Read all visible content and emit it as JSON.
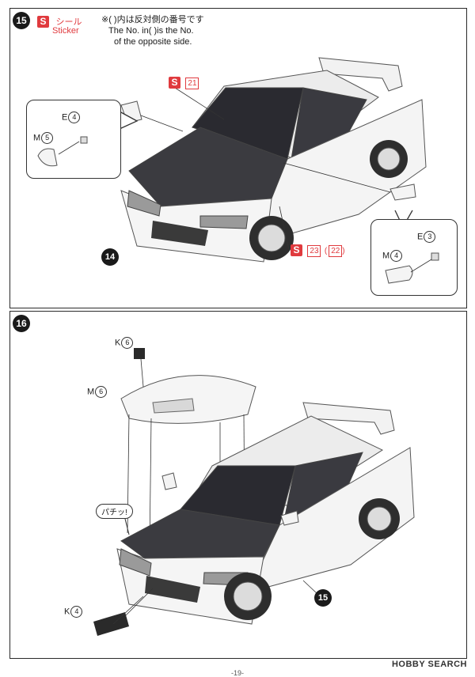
{
  "step15": {
    "number": "15",
    "sticker_badge": "S",
    "sticker_jp": "シール",
    "sticker_en": "Sticker",
    "note_jp": "※( )内は反対側の番号です",
    "note_en_1": "The No. in( )is the No.",
    "note_en_2": "of the opposite side.",
    "sticker_a": "21",
    "sticker_b": "23",
    "sticker_b_opposite": "22",
    "left_callout": {
      "part_e": "E",
      "part_e_num": "4",
      "part_m": "M",
      "part_m_num": "5"
    },
    "right_callout": {
      "part_e": "E",
      "part_e_num": "3",
      "part_m": "M",
      "part_m_num": "4"
    },
    "ref_step": "14"
  },
  "step16": {
    "number": "16",
    "part_k_top": "K",
    "part_k_top_num": "6",
    "part_m": "M",
    "part_m_num": "6",
    "snap_label": "パチッ!",
    "part_k_bottom": "K",
    "part_k_bottom_num": "4",
    "ref_step": "15"
  },
  "footer": {
    "watermark": "HOBBY SEARCH",
    "page": "-19-"
  }
}
